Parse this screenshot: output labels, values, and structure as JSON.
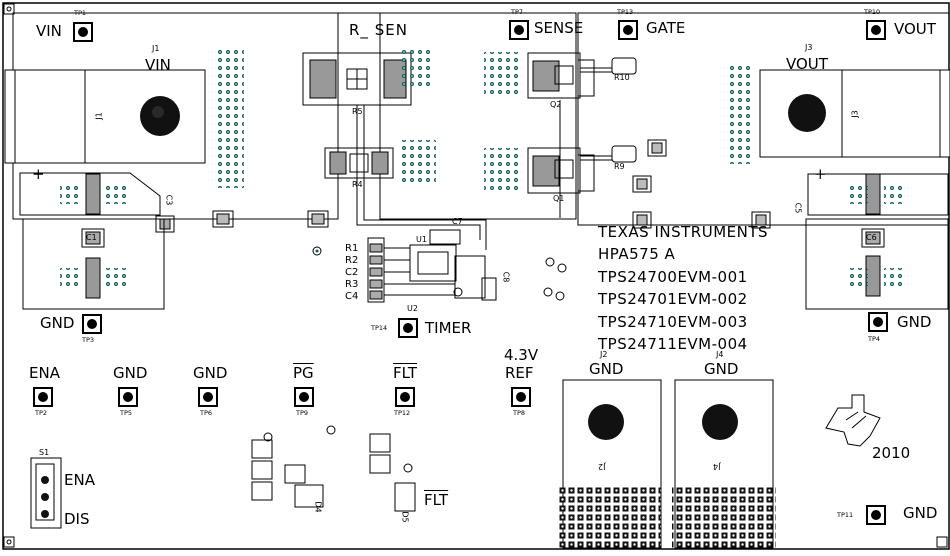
{
  "labels": {
    "vin": "VIN",
    "j1_ref": "J1",
    "j1_name": "VIN",
    "j1_mark": "J1",
    "r_sen": "R_ SEN",
    "r5": "R5",
    "r4": "R4",
    "sense": "SENSE",
    "gate": "GATE",
    "vout": "VOUT",
    "j3_ref": "J3",
    "j3_name": "VOUT",
    "j3_mark": "J3",
    "r10": "R10",
    "r9": "R9",
    "q2": "Q2",
    "q1": "Q1",
    "c3": "C3",
    "c1": "C1",
    "c5": "C5",
    "c6": "C6",
    "c7": "C7",
    "u1": "U1",
    "u2": "U2",
    "c8": "C8",
    "r1": "R1",
    "r2": "R2",
    "c2": "C2",
    "r3": "R3",
    "c4": "C4",
    "gnd_left": "GND",
    "gnd_right": "GND",
    "timer": "TIMER",
    "ena": "ENA",
    "gnd_tp5": "GND",
    "gnd_tp6": "GND",
    "pg": "PG",
    "flt": "FLT",
    "ref_v": "4.3V",
    "ref": "REF",
    "j2_ref": "J2",
    "j2_name": "GND",
    "j2_mark": "J2",
    "j4_ref": "J4",
    "j4_name": "GND",
    "j4_mark": "J4",
    "s1": "S1",
    "s1_ena": "ENA",
    "s1_dis": "DIS",
    "d4": "D4",
    "d5": "D5",
    "flt_led": "FLT",
    "year": "2010",
    "gnd_tp11": "GND",
    "plus_left": "+",
    "plus_right": "+"
  },
  "test_points": {
    "tp1": "TP1",
    "tp7": "TP7",
    "tp13": "TP13",
    "tp10": "TP10",
    "tp3": "TP3",
    "tp4": "TP4",
    "tp14": "TP14",
    "tp2": "TP2",
    "tp5": "TP5",
    "tp6": "TP6",
    "tp9": "TP9",
    "tp12": "TP12",
    "tp8": "TP8",
    "tp11": "TP11"
  },
  "info": {
    "company": "TEXAS INSTRUMENTS",
    "assembly": "HPA575 A",
    "line1": "TPS24700EVM-001",
    "line2": "TPS24701EVM-002",
    "line3": "TPS24710EVM-003",
    "line4": "TPS24711EVM-004"
  }
}
